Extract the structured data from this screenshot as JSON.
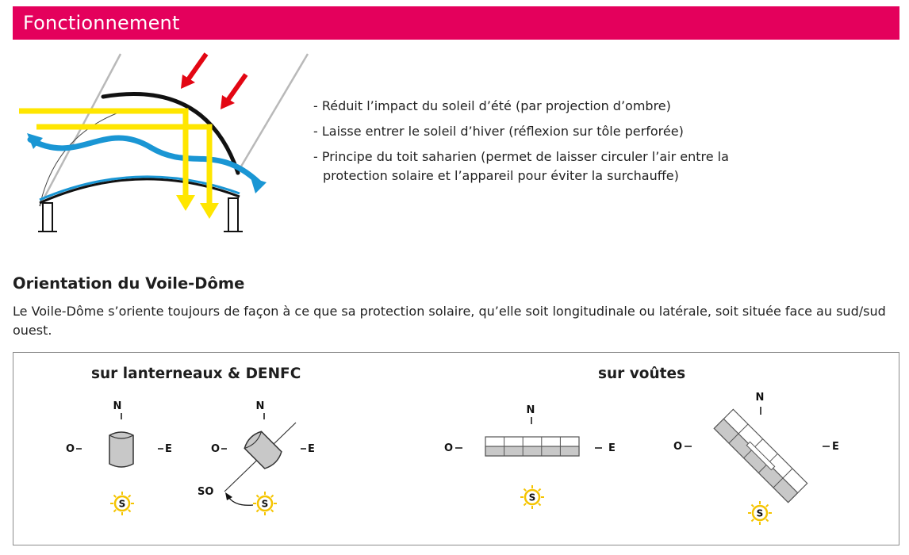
{
  "header": {
    "title": "Fonctionnement"
  },
  "bullets": [
    "- Réduit l’impact du soleil d’été (par projection d’ombre)",
    "- Laisse entrer le soleil d’hiver (réflexion sur tôle perforée)",
    "- Principe du toit saharien (permet de laisser circuler l’air entre la protection solaire et l’appareil pour éviter la surchauffe)"
  ],
  "section": {
    "title": "Orientation du Voile-Dôme",
    "text": "Le Voile-Dôme s’oriente toujours de façon à ce que sa protection solaire, qu’elle soit longitudinale ou latérale, soit située face au sud/sud ouest."
  },
  "orientation": {
    "left_title": "sur lanterneaux & DENFC",
    "right_title": "sur voûtes",
    "compass": {
      "north": "N",
      "west": "O",
      "east": "E",
      "south": "S",
      "southwest": "SO"
    }
  },
  "colors": {
    "accent": "#e4005c",
    "sun": "#f5c400",
    "arrow_red": "#e30613",
    "air_blue": "#1a96d4",
    "light_yellow": "#ffe600"
  }
}
